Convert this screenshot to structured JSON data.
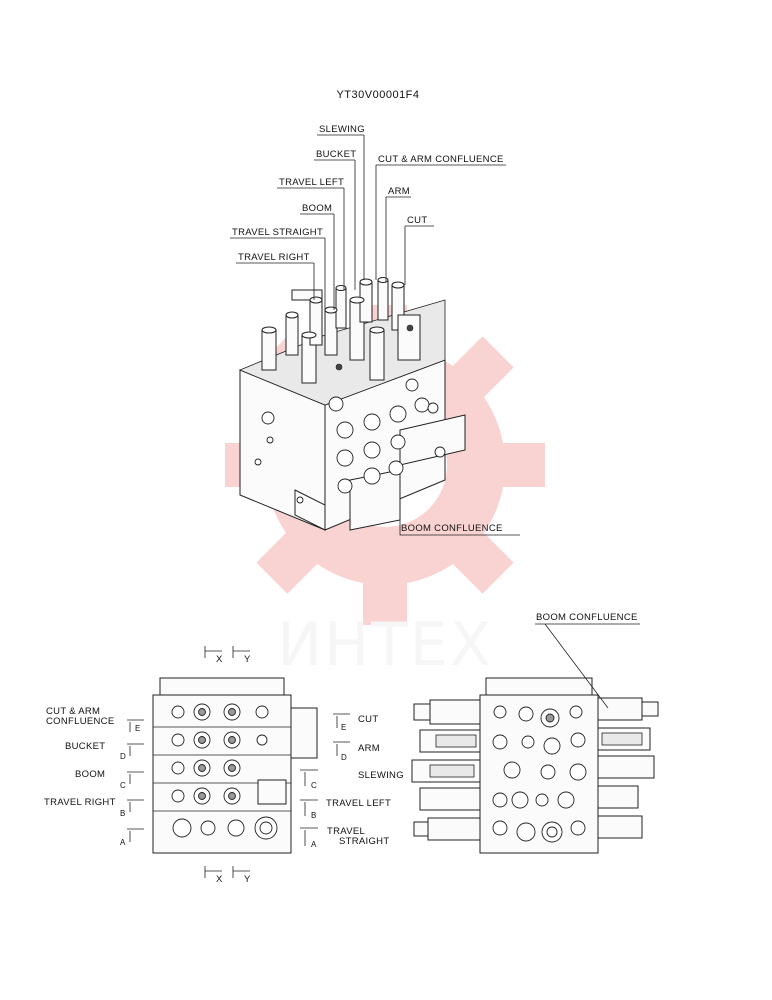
{
  "drawing_code": "YT30V00001F4",
  "watermark": {
    "text": "ИНТЕХ",
    "color": "#e53935"
  },
  "iso_view": {
    "callouts": {
      "slewing": "SLEWING",
      "bucket": "BUCKET",
      "cut_arm_confluence": "CUT & ARM CONFLUENCE",
      "travel_left": "TRAVEL LEFT",
      "arm": "ARM",
      "boom": "BOOM",
      "cut": "CUT",
      "travel_straight": "TRAVEL STRAIGHT",
      "travel_right": "TRAVEL RIGHT",
      "boom_confluence": "BOOM CONFLUENCE"
    }
  },
  "front_view": {
    "section_top_x": "X",
    "section_top_y": "Y",
    "section_bottom_x": "X",
    "section_bottom_y": "Y",
    "left_labels": {
      "cut_arm_line1": "CUT & ARM",
      "cut_arm_line2": "CONFLUENCE",
      "bucket": "BUCKET",
      "boom": "BOOM",
      "travel_right": "TRAVEL RIGHT"
    },
    "left_markers": {
      "e": "E",
      "d": "D",
      "c": "C",
      "b": "B",
      "a": "A"
    },
    "right_labels": {
      "cut": "CUT",
      "arm": "ARM",
      "slewing": "SLEWING",
      "travel_left": "TRAVEL LEFT",
      "travel_straight_line1": "TRAVEL",
      "travel_straight_line2": "STRAIGHT"
    },
    "right_markers": {
      "e": "E",
      "d": "D",
      "c": "C",
      "b": "B",
      "a": "A"
    }
  },
  "rear_view": {
    "boom_confluence": "BOOM CONFLUENCE"
  }
}
